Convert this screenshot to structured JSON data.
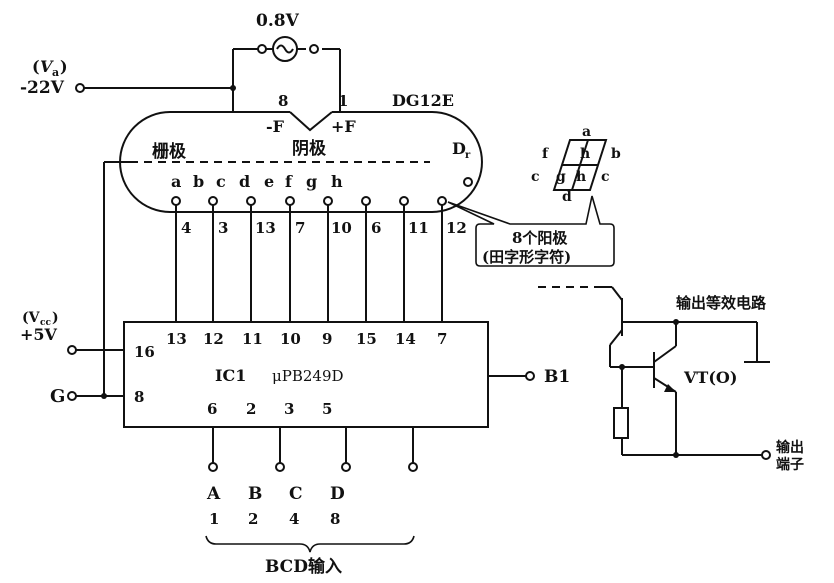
{
  "heater": {
    "voltage": "0.8V",
    "pin_left": "8",
    "pin_right": "1",
    "label_minus": "-F",
    "label_plus": "+F",
    "cathode": "阴极"
  },
  "tube": {
    "model": "DG12E",
    "grid": "栅极",
    "dp": "D",
    "dp_sub": "r",
    "segments": [
      "a",
      "b",
      "c",
      "d",
      "e",
      "f",
      "g",
      "h"
    ],
    "pins": [
      "4",
      "3",
      "13",
      "7",
      "10",
      "6",
      "11",
      "12"
    ]
  },
  "supply": {
    "va_open": "(",
    "va_sym": "V",
    "va_sub": "a",
    "va_close": ")",
    "va_value": "-22V",
    "vcc_label": "(V",
    "vcc_sub": "cc",
    "vcc_close": ")",
    "vcc_value": "+5V",
    "ground": "G"
  },
  "ic": {
    "name": "IC1",
    "part": "μPB249D",
    "top_pins": [
      "13",
      "12",
      "11",
      "10",
      "9",
      "15",
      "14",
      "7"
    ],
    "left_pin_top": "16",
    "left_pin_bottom": "8",
    "bottom_pins": [
      "6",
      "2",
      "3",
      "5"
    ],
    "right_output": "B1"
  },
  "bcd": {
    "letters": [
      "A",
      "B",
      "C",
      "D"
    ],
    "weights": [
      "1",
      "2",
      "4",
      "8"
    ],
    "label": "BCD输入"
  },
  "segment_display": {
    "labels": [
      "a",
      "b",
      "c",
      "d",
      "f",
      "g",
      "h",
      "h",
      "c"
    ],
    "callout_line1": "8个阳极",
    "callout_line2": "(田字形字符)"
  },
  "output_circuit": {
    "title": "输出等效电路",
    "transistor": "VT(O)",
    "terminal_line1": "输出",
    "terminal_line2": "端子"
  }
}
